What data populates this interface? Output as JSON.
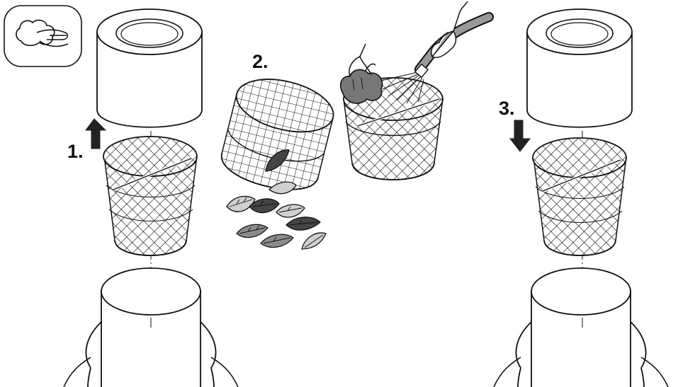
{
  "steps": [
    {
      "label": "1."
    },
    {
      "label": "2."
    },
    {
      "label": "3."
    }
  ],
  "icons": {
    "manual_hint": "hand-wipe-icon",
    "remove_arrow": "arrow-up-icon",
    "insert_arrow": "arrow-down-icon",
    "hose": "water-hose-icon",
    "sponge": "sponge-icon"
  },
  "colors": {
    "line": "#111111",
    "arrow_fill": "#222222",
    "leaf_dark": "#444444",
    "leaf_mid": "#8c8c8c",
    "leaf_light": "#d0d0d0",
    "sponge": "#777777"
  }
}
